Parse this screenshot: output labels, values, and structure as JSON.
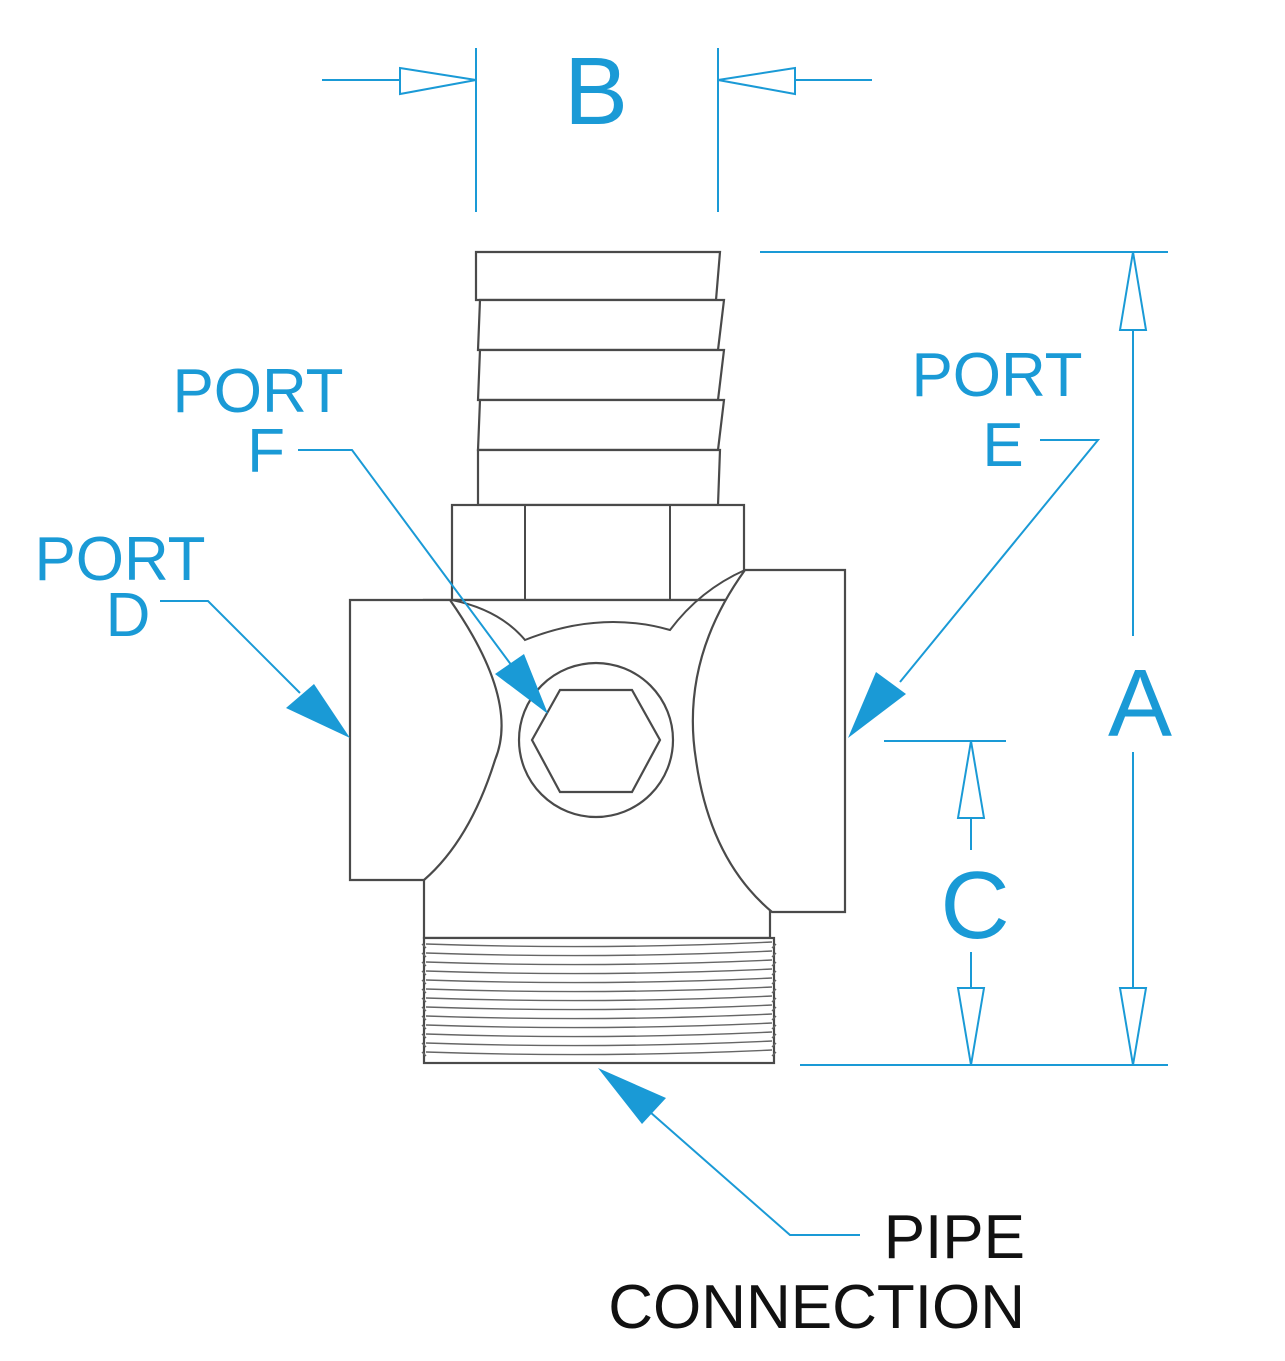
{
  "dimensions": {
    "a": "A",
    "b": "B",
    "c": "C"
  },
  "ports": {
    "d": {
      "line1": "PORT",
      "line2": "D"
    },
    "e": {
      "line1": "PORT",
      "line2": "E"
    },
    "f": {
      "line1": "PORT",
      "line2": "F"
    }
  },
  "pipe_connection": {
    "line1": "PIPE",
    "line2": "CONNECTION"
  },
  "colors": {
    "accent": "#1a9ad6",
    "outline": "#4a4a4a",
    "text": "#111111"
  }
}
